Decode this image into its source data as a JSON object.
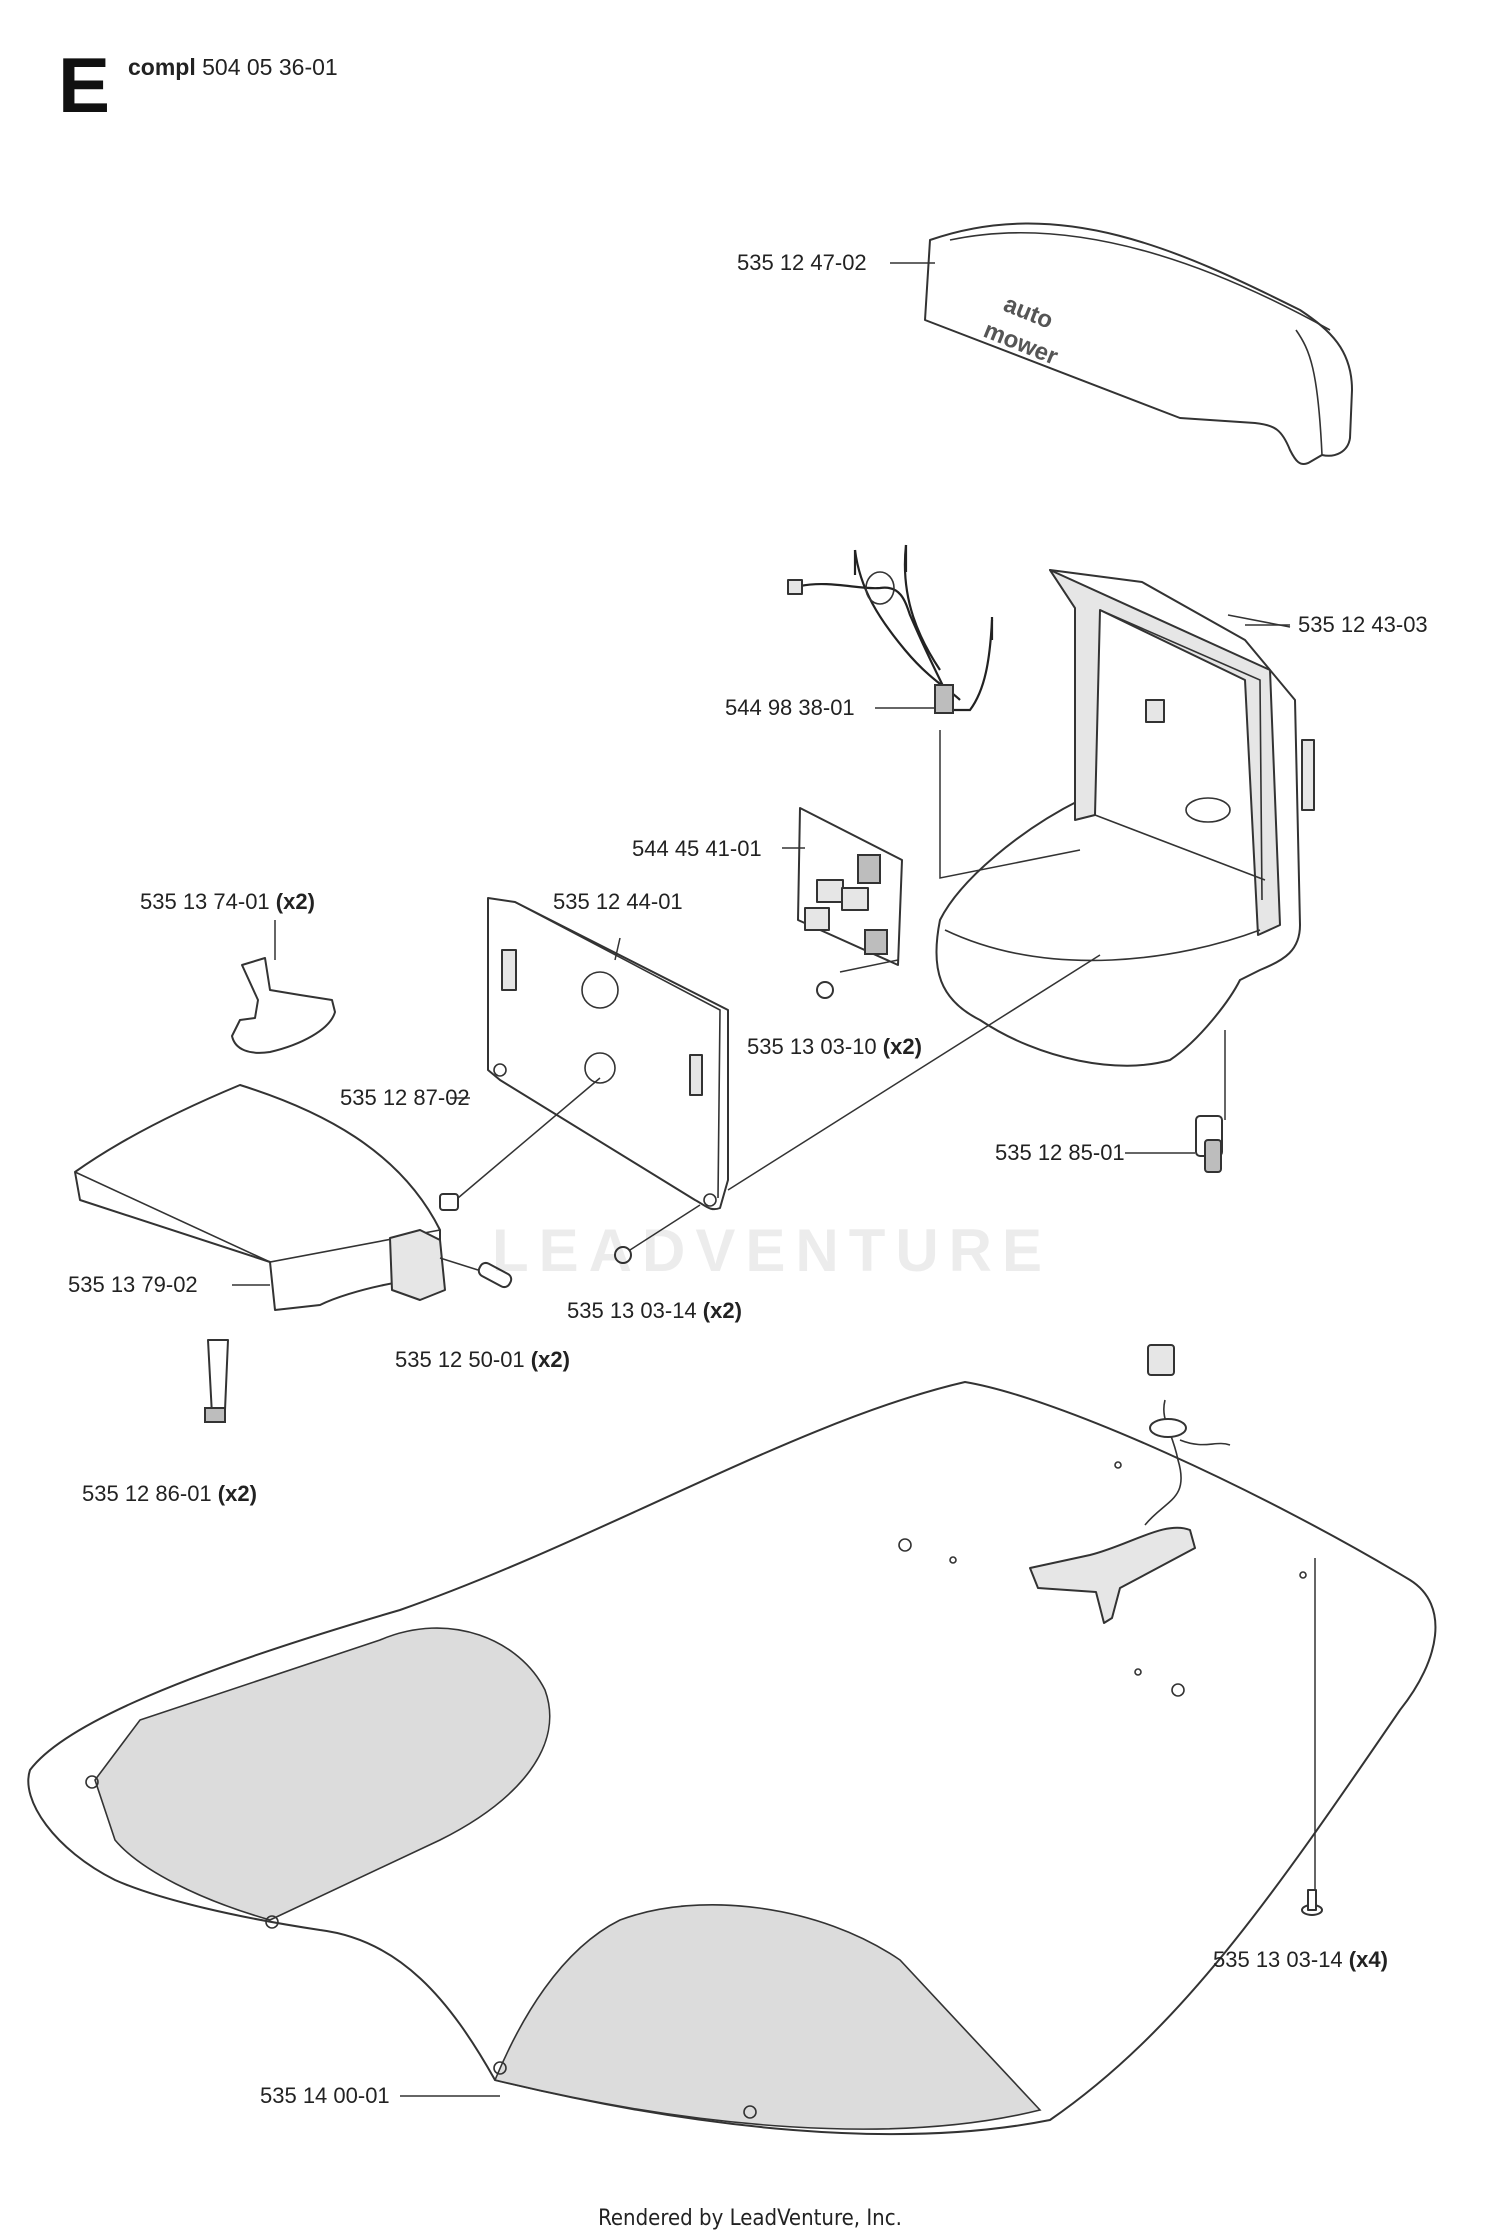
{
  "header": {
    "section_letter": "E",
    "compl_label": "compl",
    "compl_number": "504 05 36-01"
  },
  "parts": [
    {
      "id": "cover",
      "part_number": "535 12 47-02",
      "qty": ""
    },
    {
      "id": "housing",
      "part_number": "535 12 43-03",
      "qty": ""
    },
    {
      "id": "cable-harness",
      "part_number": "544 98 38-01",
      "qty": ""
    },
    {
      "id": "circuit-board",
      "part_number": "544 45 41-01",
      "qty": ""
    },
    {
      "id": "clip",
      "part_number": "535 13 74-01",
      "qty": "(x2)"
    },
    {
      "id": "back-plate",
      "part_number": "535 12 44-01",
      "qty": ""
    },
    {
      "id": "board-screw",
      "part_number": "535 13 03-10",
      "qty": "(x2)"
    },
    {
      "id": "plug",
      "part_number": "535 12 87-02",
      "qty": ""
    },
    {
      "id": "connector",
      "part_number": "535 12 85-01",
      "qty": ""
    },
    {
      "id": "ramp",
      "part_number": "535 13 79-02",
      "qty": ""
    },
    {
      "id": "plate-screw",
      "part_number": "535 13 03-14",
      "qty": "(x2)"
    },
    {
      "id": "pin",
      "part_number": "535 12 50-01",
      "qty": "(x2)"
    },
    {
      "id": "strap",
      "part_number": "535 12 86-01",
      "qty": "(x2)"
    },
    {
      "id": "base-screw",
      "part_number": "535 13 03-14",
      "qty": "(x4)"
    },
    {
      "id": "base-plate",
      "part_number": "535 14 00-01",
      "qty": ""
    }
  ],
  "cover_logo": [
    "auto",
    "mower"
  ],
  "watermark": "LEADVENTURE",
  "footer": "Rendered by LeadVenture, Inc."
}
